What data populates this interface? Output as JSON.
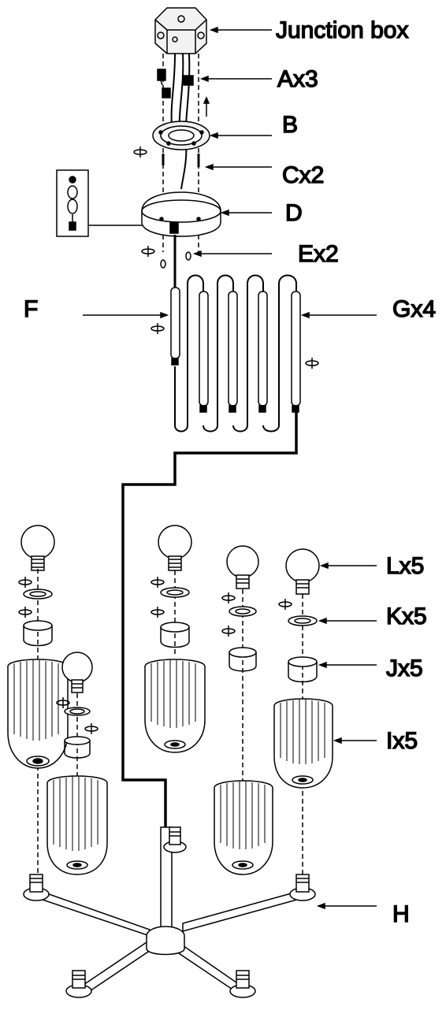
{
  "labels": {
    "junction_box": "Junction box",
    "a": "Ax3",
    "b": "B",
    "c": "Cx2",
    "d": "D",
    "e": "Ex2",
    "f": "F",
    "g": "Gx4",
    "l": "Lx5",
    "k": "Kx5",
    "j": "Jx5",
    "i": "Ix5",
    "h": "H"
  },
  "colors": {
    "line": "#000000",
    "background": "#ffffff",
    "part_fill": "#f2f2f2"
  }
}
